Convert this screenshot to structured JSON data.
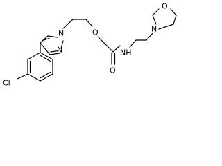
{
  "atoms": {
    "chlorine": "Cl",
    "pyrazole_n1": "N",
    "pyrazole_n2": "N",
    "ether_o": "O",
    "carbonyl_o": "O",
    "amide_n": "NH",
    "morpholine_n": "N",
    "morpholine_o": "O"
  },
  "colors": {
    "ink": "#000000",
    "background": "#ffffff"
  }
}
